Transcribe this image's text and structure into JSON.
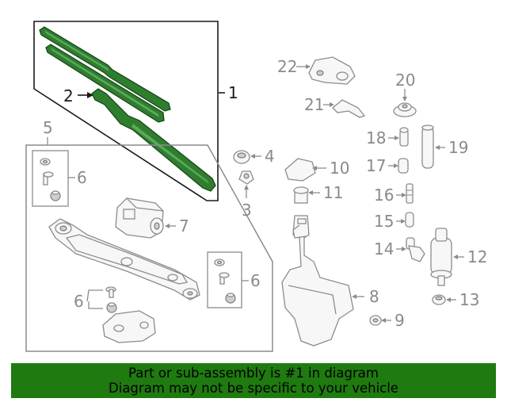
{
  "callouts": {
    "c1": "1",
    "c2": "2",
    "c3": "3",
    "c4": "4",
    "c5": "5",
    "c6a": "6",
    "c6b": "6",
    "c6c": "6",
    "c7": "7",
    "c8": "8",
    "c9": "9",
    "c10": "10",
    "c11": "11",
    "c12": "12",
    "c13": "13",
    "c14": "14",
    "c15": "15",
    "c16": "16",
    "c17": "17",
    "c18": "18",
    "c19": "19",
    "c20": "20",
    "c21": "21",
    "c22": "22"
  },
  "highlight_color": "#2f7d2f",
  "footer": {
    "line1": "Part or sub-assembly is #1 in diagram",
    "line2": "Diagram may not be specific to your vehicle",
    "background": "#1f7a10"
  }
}
